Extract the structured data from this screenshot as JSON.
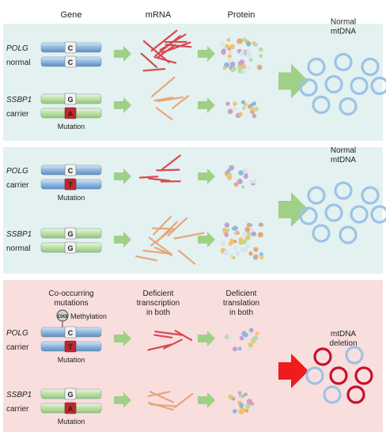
{
  "headers": {
    "gene": "Gene",
    "mrna": "mRNA",
    "protein": "Protein"
  },
  "panels": [
    {
      "id": "panel-1",
      "background": "#e3f1f1",
      "genes": [
        {
          "name": "POLG",
          "status": "normal",
          "alleles": [
            "C",
            "C"
          ],
          "mutated": [
            false,
            false
          ],
          "mutation_label": ""
        },
        {
          "name": "SSBP1",
          "status": "carrier",
          "alleles": [
            "G",
            "A"
          ],
          "mutated": [
            false,
            true
          ],
          "mutation_label": "Mutation"
        }
      ],
      "result_label": [
        "Normal",
        "mtDNA"
      ],
      "result_arrow_color": "#9fd086",
      "circles": "normal"
    },
    {
      "id": "panel-2",
      "background": "#e3f1f1",
      "genes": [
        {
          "name": "POLG",
          "status": "carrier",
          "alleles": [
            "C",
            "T"
          ],
          "mutated": [
            false,
            true
          ],
          "mutation_label": "Mutation"
        },
        {
          "name": "SSBP1",
          "status": "normal",
          "alleles": [
            "G",
            "G"
          ],
          "mutated": [
            false,
            false
          ],
          "mutation_label": ""
        }
      ],
      "result_label": [
        "Normal",
        "mtDNA"
      ],
      "result_arrow_color": "#9fd086",
      "circles": "normal"
    },
    {
      "id": "panel-3",
      "background": "#f9dede",
      "top_labels": {
        "co_occurring": [
          "Co-occurring",
          "mutations"
        ],
        "transcription": [
          "Deficient",
          "transcription",
          "in both"
        ],
        "translation": [
          "Deficient",
          "translation",
          "in both"
        ]
      },
      "methylation": {
        "symbol": "CH3",
        "label": "Methylation"
      },
      "genes": [
        {
          "name": "POLG",
          "status": "carrier",
          "alleles": [
            "C",
            "T"
          ],
          "mutated": [
            false,
            true
          ],
          "mutation_label": "Mutation"
        },
        {
          "name": "SSBP1",
          "status": "carrier",
          "alleles": [
            "G",
            "A"
          ],
          "mutated": [
            false,
            true
          ],
          "mutation_label": "Mutation"
        }
      ],
      "result_label": [
        "mtDNA",
        "deletion"
      ],
      "result_arrow_color": "#ee1c1c",
      "circles": "deletion"
    }
  ],
  "colors": {
    "polg_gene": "#7fa9d6",
    "ssbp1_gene": "#b7dca2",
    "mutation_box": "#c0282d",
    "mrna_polg": "#d9484f",
    "mrna_ssbp1": "#e8a57a",
    "small_arrow": "#9fd086",
    "circle_normal": "#9cc3e6",
    "circle_deleted": "#c8102e"
  }
}
